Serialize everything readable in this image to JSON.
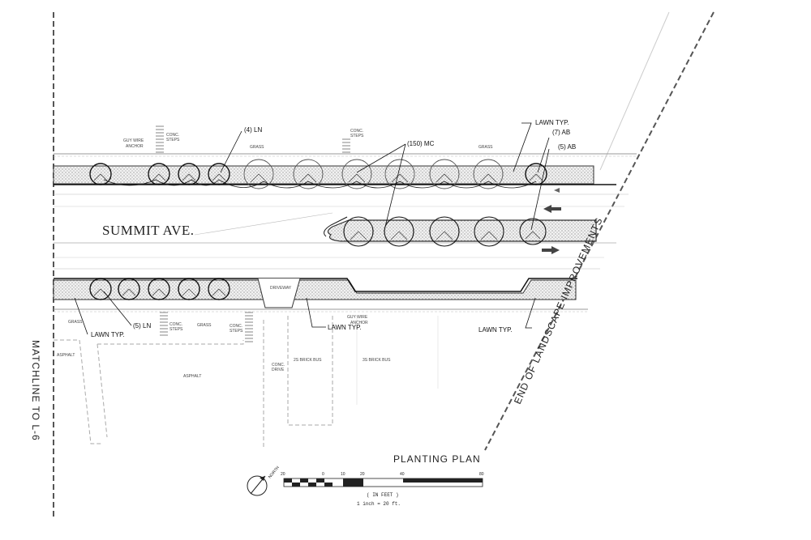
{
  "title": "PLANTING PLAN",
  "street_name": "SUMMIT AVE.",
  "matchline": "MATCHLINE TO L-6",
  "end_label": "END OF LANDSCAPE IMPROVEMENTS",
  "callouts": {
    "ln4": "(4) LN",
    "mc150": "(150) MC",
    "lawn_top": "LAWN TYP.",
    "ab7": "(7) AB",
    "ab5": "(5) AB",
    "ln5": "(5) LN",
    "lawn_left": "LAWN TYP.",
    "lawn_mid": "LAWN TYP.",
    "lawn_right": "LAWN TYP."
  },
  "small_labels": {
    "guy_wire_top_1": "GUY WIRE",
    "guy_wire_top_2": "ANCHOR",
    "conc_steps_top_1": "CONC.",
    "conc_steps_top_2": "STEPS",
    "grass_top": "GRASS",
    "conc_steps_top2_1": "CONC.",
    "conc_steps_top2_2": "STEPS",
    "grass_top2": "GRASS",
    "driveway": "DRIVEWAY",
    "guy_wire_bot_1": "GUY WIRE",
    "guy_wire_bot_2": "ANCHOR",
    "grass_bot_left": "GRASS",
    "conc_steps_bot_1": "CONC.",
    "conc_steps_bot_2": "STEPS",
    "grass_bot": "GRASS",
    "conc_steps_bot2_1": "CONC.",
    "conc_steps_bot2_2": "STEPS",
    "asphalt_left": "ASPHALT",
    "asphalt_mid": "ASPHALT",
    "brick_25": "2S BRICK BUS",
    "brick_35": "3S BRICK BUS",
    "conc_drive_1": "CONC.",
    "conc_drive_2": "DRIVE"
  },
  "north_label": "NORTH",
  "scale": {
    "ticks": [
      "20",
      "0",
      "10",
      "20",
      "40",
      "80"
    ],
    "units": "( IN FEET )",
    "ratio": "1 inch = 20  ft."
  }
}
